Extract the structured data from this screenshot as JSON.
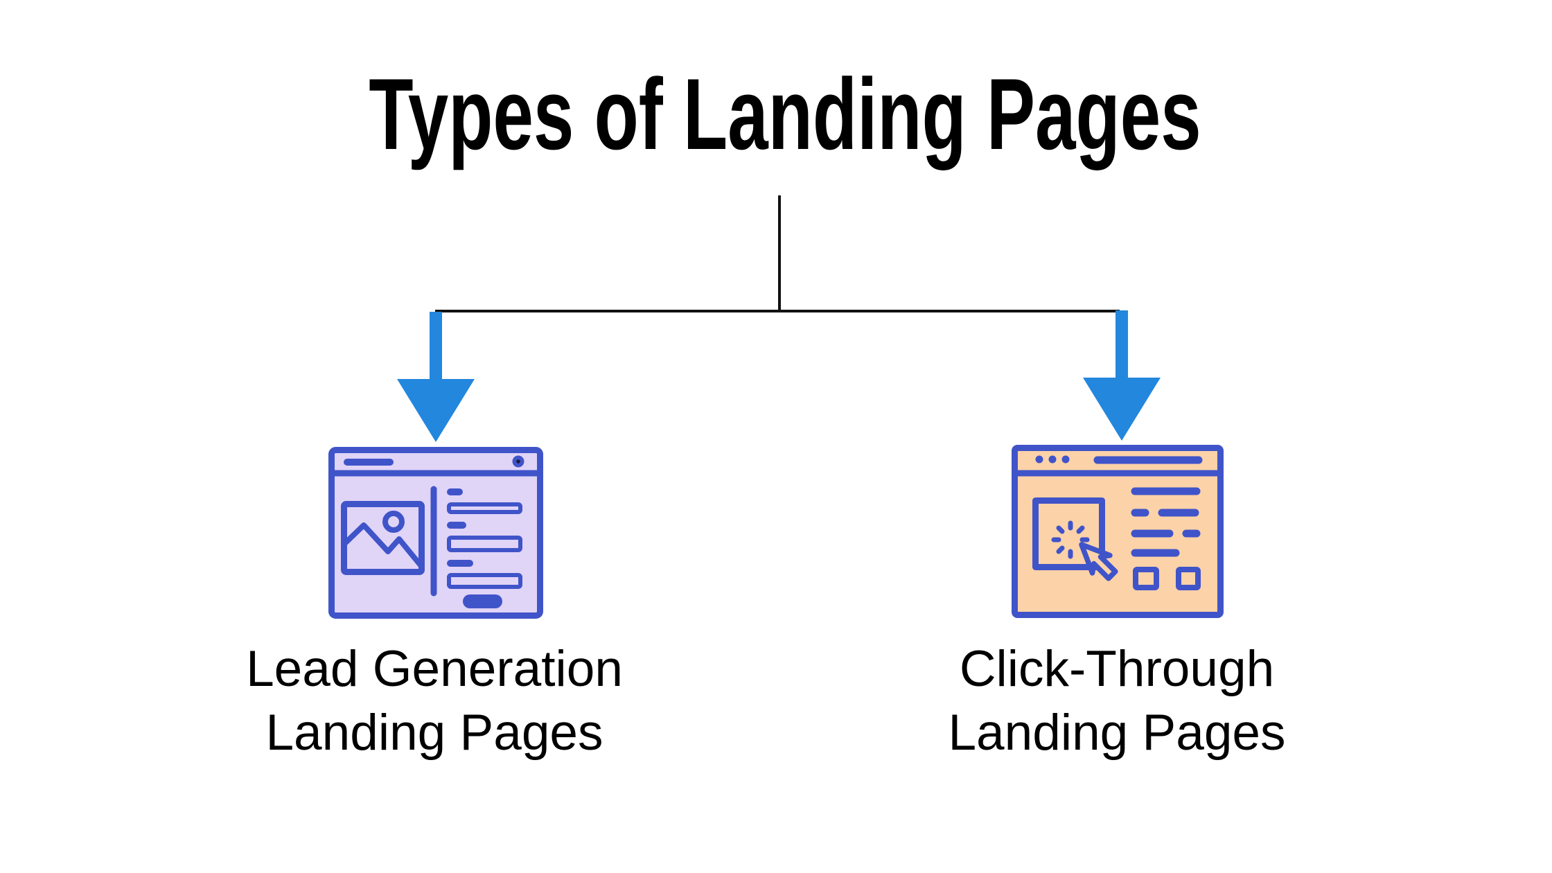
{
  "title": "Types of Landing Pages",
  "branches": [
    {
      "id": "lead-generation",
      "icon": "lead-generation-browser-icon",
      "label_lines": [
        "Lead Generation",
        "Landing Pages"
      ]
    },
    {
      "id": "click-through",
      "icon": "click-through-browser-icon",
      "label_lines": [
        "Click-Through",
        "Landing Pages"
      ]
    }
  ],
  "colors": {
    "arrow_blue": "#2387dd",
    "icon_blue": "#4054c9",
    "left_icon_fill": "#e0d4f7",
    "right_icon_fill": "#fcd2a8",
    "line": "#111111",
    "text": "#000000",
    "background": "#ffffff"
  }
}
